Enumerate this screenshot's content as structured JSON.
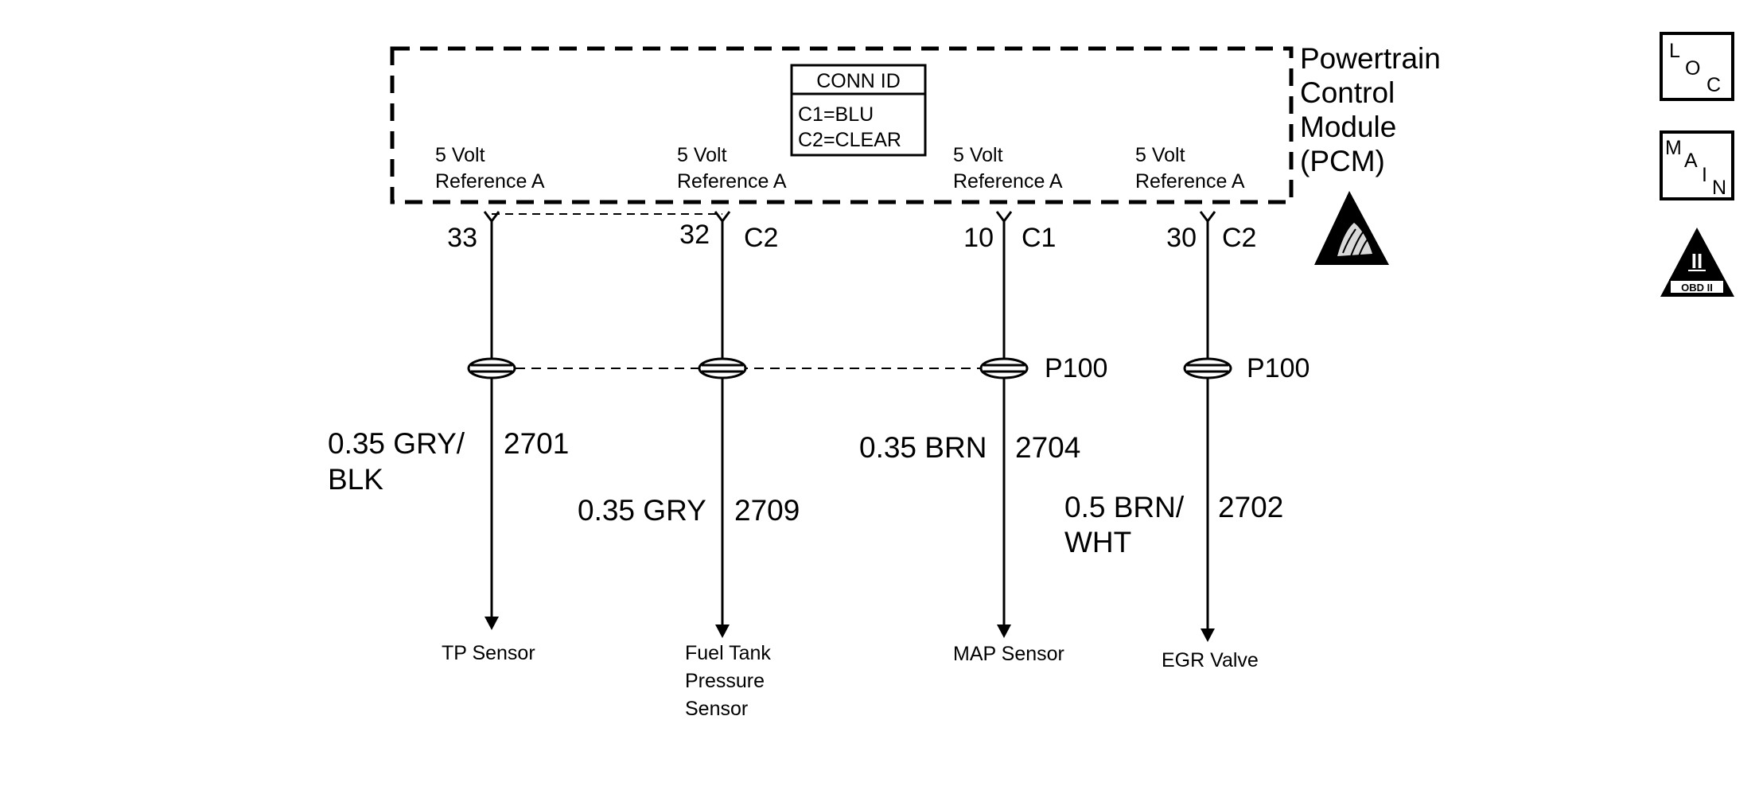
{
  "module": {
    "name_lines": [
      "Powertrain",
      "Control",
      "Module",
      "(PCM)"
    ]
  },
  "conn_id": {
    "title": "CONN ID",
    "lines": [
      "C1=BLU",
      "C2=CLEAR"
    ]
  },
  "circuits": [
    {
      "ref_lines": [
        "5 Volt",
        "Reference A"
      ],
      "pin": "33",
      "connector": "",
      "splice": "",
      "wire_lines": [
        "0.35 GRY/",
        "BLK"
      ],
      "circuit_no": "2701",
      "component_lines": [
        "TP Sensor"
      ]
    },
    {
      "ref_lines": [
        "5 Volt",
        "Reference A"
      ],
      "pin": "32",
      "connector": "C2",
      "splice": "",
      "wire_lines": [
        "0.35 GRY"
      ],
      "circuit_no": "2709",
      "component_lines": [
        "Fuel Tank",
        "Pressure",
        "Sensor"
      ]
    },
    {
      "ref_lines": [
        "5 Volt",
        "Reference A"
      ],
      "pin": "10",
      "connector": "C1",
      "splice": "P100",
      "wire_lines": [
        "0.35 BRN"
      ],
      "circuit_no": "2704",
      "component_lines": [
        "MAP Sensor"
      ]
    },
    {
      "ref_lines": [
        "5 Volt",
        "Reference A"
      ],
      "pin": "30",
      "connector": "C2",
      "splice": "P100",
      "wire_lines": [
        "0.5 BRN/",
        "WHT"
      ],
      "circuit_no": "2702",
      "component_lines": [
        "EGR Valve"
      ]
    }
  ],
  "icons": {
    "loc": {
      "name": "loc-icon",
      "letters": [
        "L",
        "O",
        "C"
      ]
    },
    "main": {
      "name": "main-icon",
      "letters": [
        "M",
        "A",
        "I",
        "N"
      ]
    },
    "obd": {
      "name": "obd-ii-icon",
      "roman": "II",
      "label": "OBD II"
    },
    "esd": {
      "name": "esd-warning-icon"
    }
  },
  "colors": {
    "line": "#000000",
    "background": "#ffffff"
  }
}
